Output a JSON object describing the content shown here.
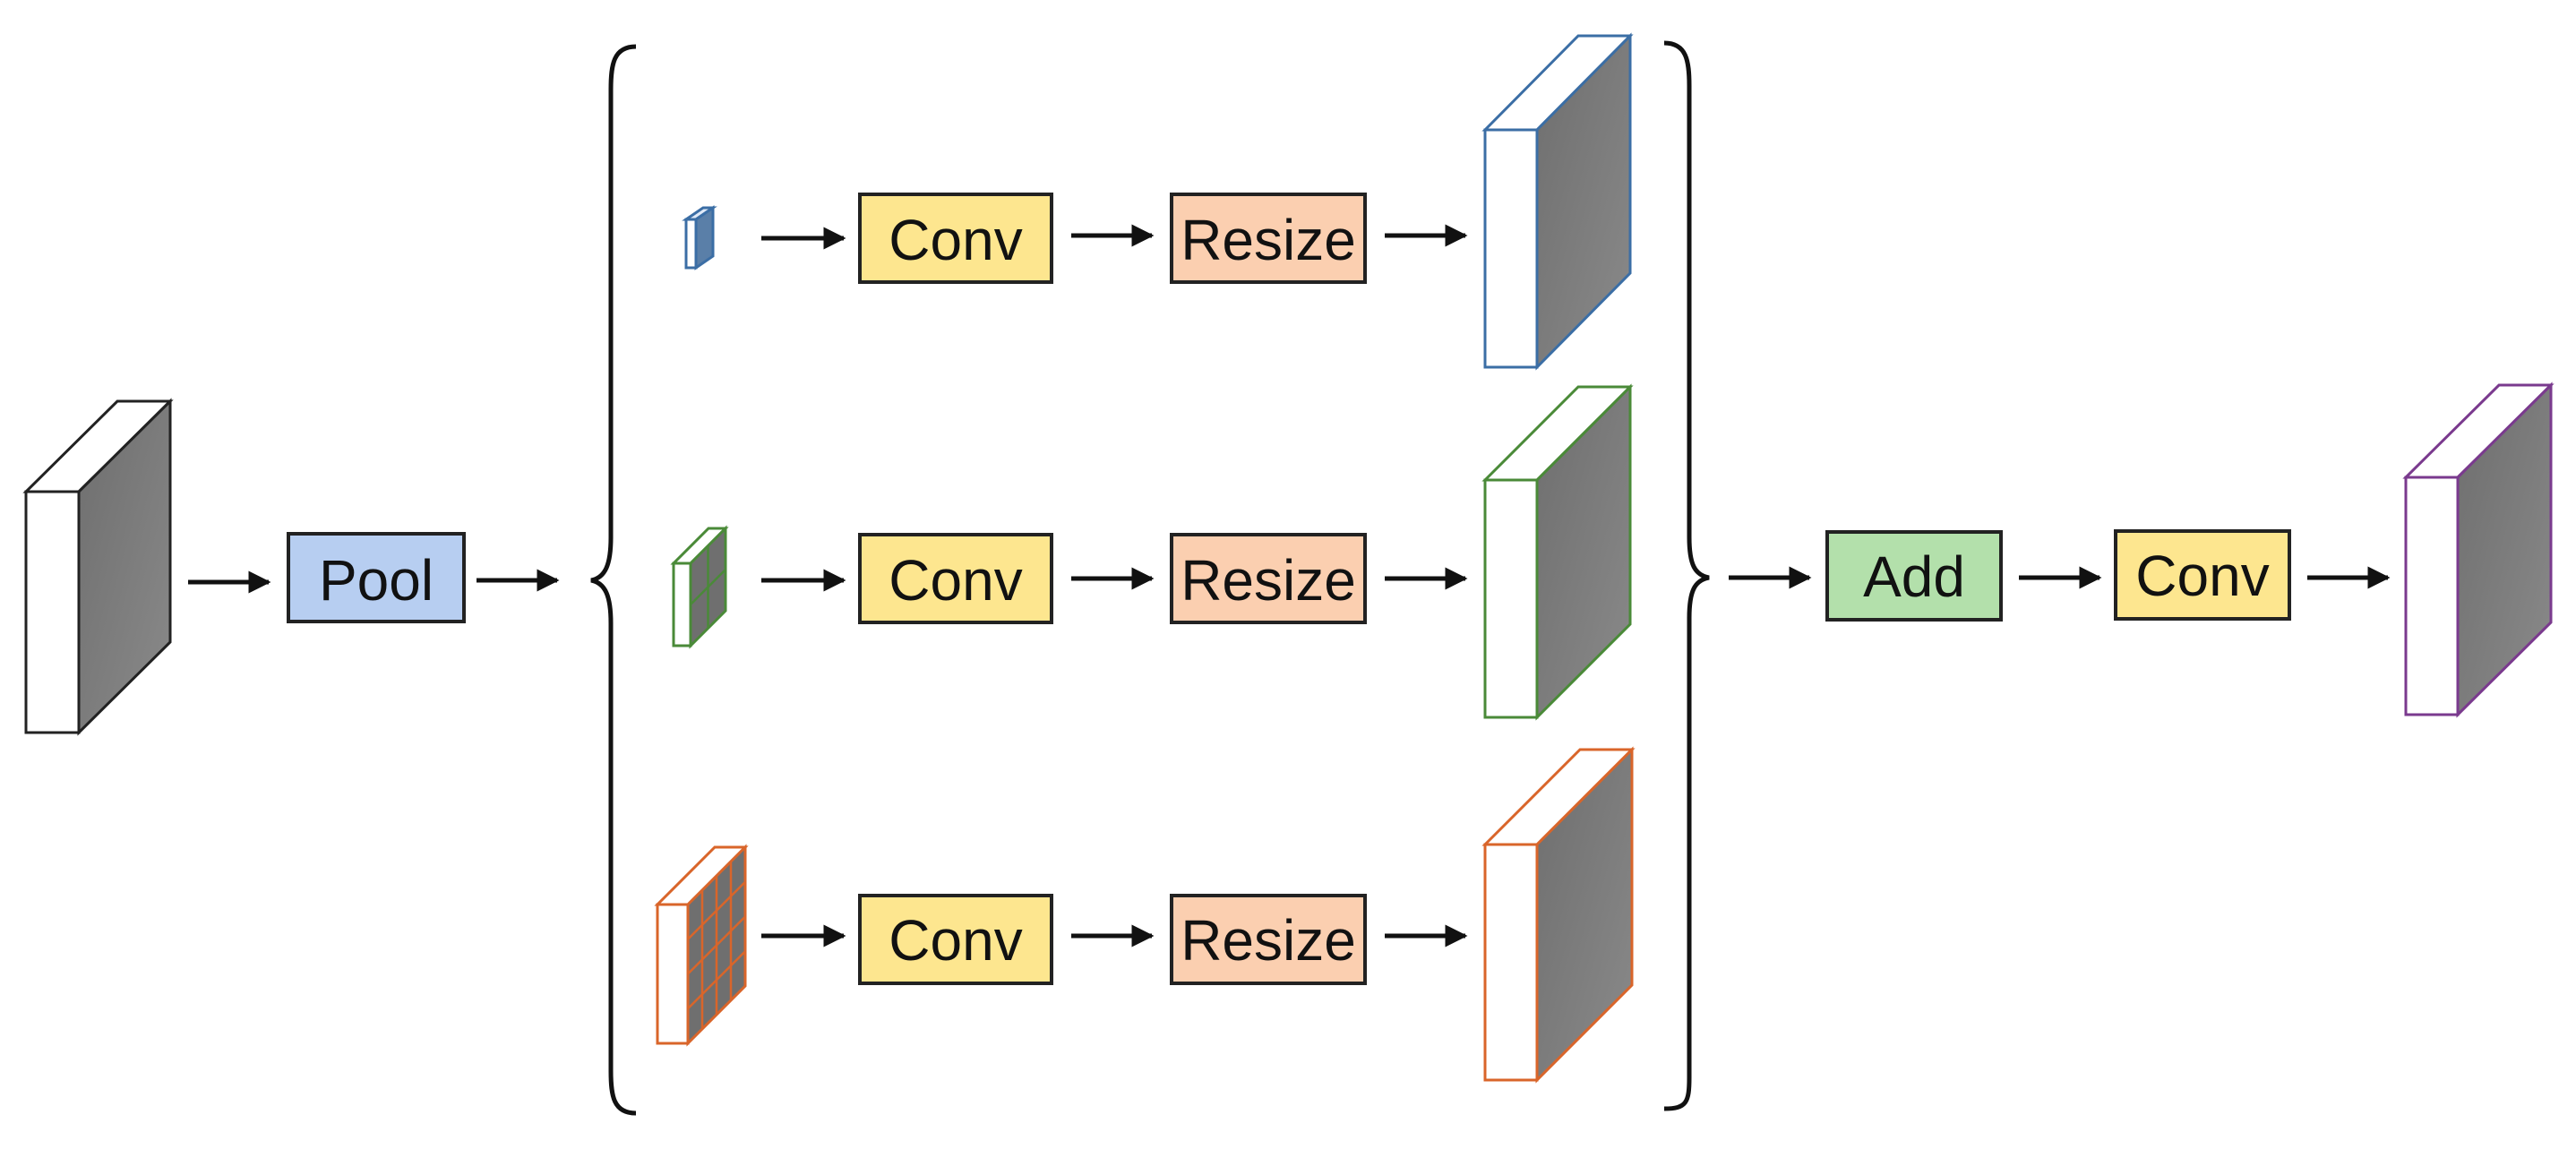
{
  "colors": {
    "pool_fill": "#b7cef1",
    "conv_fill": "#fde68f",
    "resize_fill": "#fbcfb0",
    "add_fill": "#b3e0ab",
    "branch_1": "#3b6ea5",
    "branch_2": "#4a8a38",
    "branch_3": "#d9652a",
    "output": "#7a3a8e",
    "input": "#222222",
    "tensor_side": "#7b7b7b",
    "arrow": "#111111"
  },
  "operations": {
    "pool": "Pool",
    "conv": "Conv",
    "resize": "Resize",
    "add": "Add",
    "final_conv": "Conv"
  },
  "branches": [
    {
      "conv": "Conv",
      "resize": "Resize",
      "grid": "1x1"
    },
    {
      "conv": "Conv",
      "resize": "Resize",
      "grid": "2x2"
    },
    {
      "conv": "Conv",
      "resize": "Resize",
      "grid": "4x4"
    }
  ]
}
